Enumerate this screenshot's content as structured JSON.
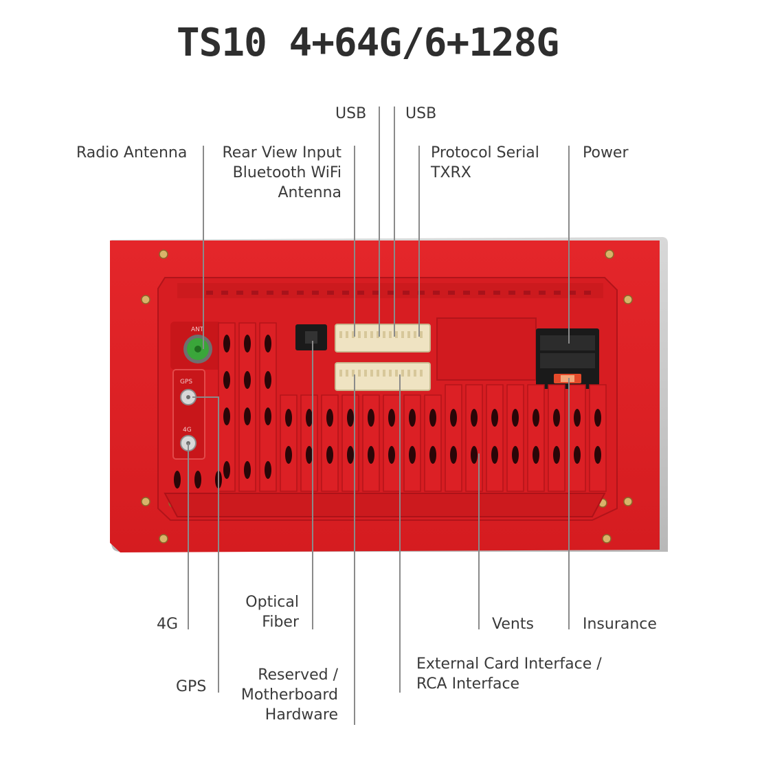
{
  "title": "TS10 4+64G/6+128G",
  "labels": {
    "usb_left": "USB",
    "usb_right": "USB",
    "radio_antenna": "Radio Antenna",
    "rear_view": [
      "Rear View Input",
      "Bluetooth WiFi",
      "Antenna"
    ],
    "protocol_serial": [
      "Protocol Serial",
      "TXRX"
    ],
    "power": "Power",
    "label_4g": "4G",
    "gps": "GPS",
    "optical_fiber": [
      "Optical",
      "Fiber"
    ],
    "reserved": [
      "Reserved /",
      "Motherboard",
      "Hardware"
    ],
    "external_card": [
      "External Card Interface /",
      "RCA Interface"
    ],
    "vents": "Vents",
    "insurance": "Insurance"
  },
  "panel_markings": {
    "ant": "ANT",
    "gps": "GPS",
    "4g": "4G"
  },
  "colors": {
    "panel_red": "#e0201f",
    "panel_dark_red": "#c8161a",
    "frame_gray": "#c9c9c9",
    "connector_beige": "#efe3c2",
    "antenna_green": "#3aa63a",
    "leader_line": "#8a8a8a",
    "text": "#3a3a3a"
  }
}
